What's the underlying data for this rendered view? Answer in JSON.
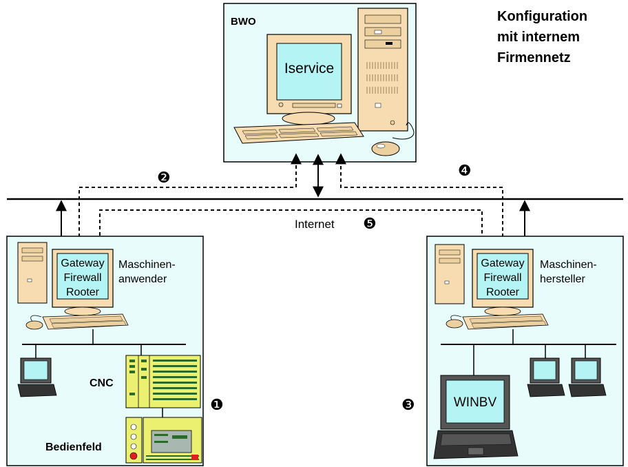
{
  "title": {
    "line1": "Konfiguration",
    "line2": "mit internem",
    "line3": "Firmennetz"
  },
  "bwo": {
    "label": "BWO",
    "screen_text": "Iservice"
  },
  "internet_label": "Internet",
  "markers": {
    "m1": "❶",
    "m2": "❷",
    "m3": "❸",
    "m4": "❹",
    "m5": "❺"
  },
  "left_site": {
    "screen_line1": "Gateway",
    "screen_line2": "Firewall",
    "screen_line3": "Rooter",
    "label_line1": "Maschinen-",
    "label_line2": "anwender",
    "cnc_label": "CNC",
    "panel_label": "Bedienfeld"
  },
  "right_site": {
    "screen_line1": "Gateway",
    "screen_line2": "Firewall",
    "screen_line3": "Rooter",
    "label_line1": "Maschinen-",
    "label_line2": "hersteller",
    "laptop_label": "WINBV"
  },
  "colors": {
    "panel_bg": "#e8fcfc",
    "screen": "#b4f4f4",
    "beige": "#f6dcb0",
    "cnc_yellow": "#ecf070"
  }
}
